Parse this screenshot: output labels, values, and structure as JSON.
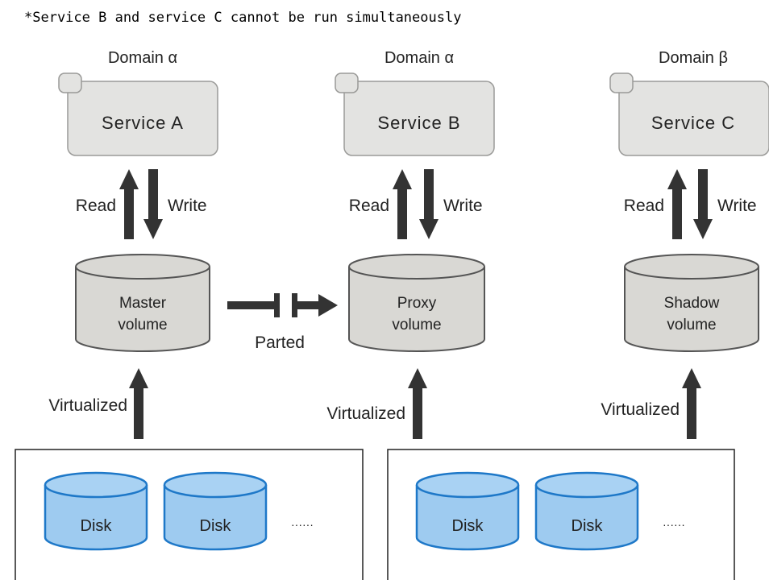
{
  "note": "*Service B and service C cannot be run simultaneously",
  "columns": [
    {
      "domain": "Domain α",
      "service": "Service A",
      "read": "Read",
      "write": "Write",
      "volume": [
        "Master",
        "volume"
      ],
      "virtualized": "Virtualized"
    },
    {
      "domain": "Domain α",
      "service": "Service B",
      "read": "Read",
      "write": "Write",
      "volume": [
        "Proxy",
        "volume"
      ],
      "virtualized": "Virtualized"
    },
    {
      "domain": "Domain β",
      "service": "Service C",
      "read": "Read",
      "write": "Write",
      "volume": [
        "Shadow",
        "volume"
      ],
      "virtualized": "Virtualized"
    }
  ],
  "parted_label": "Parted",
  "disk_groups": [
    {
      "disks": [
        "Disk",
        "Disk"
      ],
      "more": "······"
    },
    {
      "disks": [
        "Disk",
        "Disk"
      ],
      "more": "······"
    }
  ],
  "colors": {
    "service_fill": "#e3e3e1",
    "service_stroke": "#9a9a98",
    "volume_fill": "#d9d8d4",
    "volume_stroke": "#555555",
    "arrow": "#333333",
    "disk_fill": "#9ecbf0",
    "disk_top": "#a9d2f3",
    "disk_stroke": "#1e78c8",
    "group_stroke": "#222222"
  }
}
